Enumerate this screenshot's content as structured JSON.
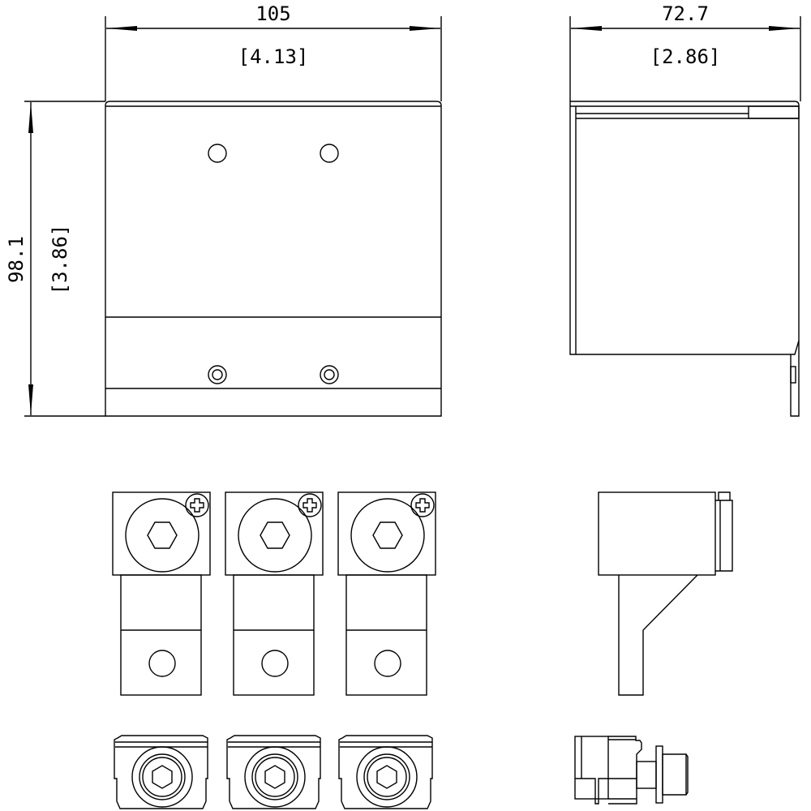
{
  "dimensions": {
    "front_width_mm": "105",
    "front_width_in": "[4.13]",
    "side_depth_mm": "72.7",
    "side_depth_in": "[2.86]",
    "height_mm": "98.1",
    "height_in": "[3.86]"
  },
  "terminals": {
    "count": 3
  },
  "colors": {
    "line": "#000000",
    "background": "#ffffff"
  }
}
